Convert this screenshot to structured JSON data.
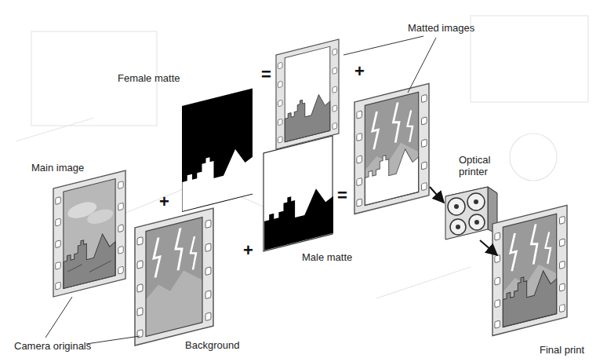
{
  "diagram": {
    "labels": [
      "Matted images",
      "Female matte",
      "=",
      "+",
      "Main image",
      "+",
      "=",
      "Optical printer",
      "Male matte",
      "+",
      "Camera originals",
      "Background",
      "Final print"
    ]
  }
}
